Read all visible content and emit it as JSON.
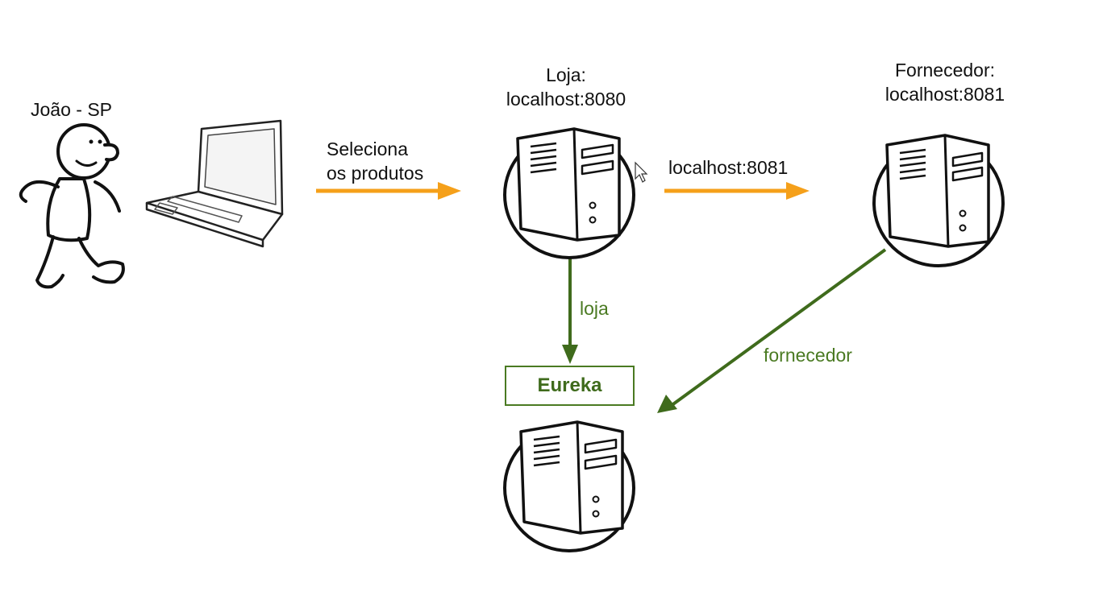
{
  "user": {
    "label": "João - SP"
  },
  "laptop": {
    "label": ""
  },
  "action": {
    "line1": "Seleciona",
    "line2": "os produtos"
  },
  "loja": {
    "line1": "Loja:",
    "line2": "localhost:8080"
  },
  "fornecedor": {
    "line1": "Fornecedor:",
    "line2": "localhost:8081"
  },
  "request": {
    "label": "localhost:8081"
  },
  "registration": {
    "loja_label": "loja",
    "fornecedor_label": "fornecedor"
  },
  "eureka": {
    "label": "Eureka"
  },
  "colors": {
    "orange_arrow": "#f5a01a",
    "green_arrow": "#4a7a22",
    "ink": "#111111"
  }
}
